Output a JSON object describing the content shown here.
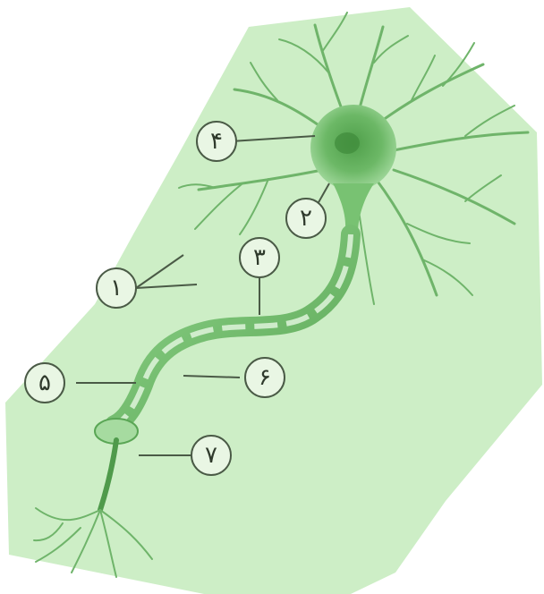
{
  "diagram": {
    "background_color": "#cdeec6",
    "neuron_color": "#6fb46a",
    "labels": [
      {
        "id": "label-1",
        "text": "۱"
      },
      {
        "id": "label-2",
        "text": "۲"
      },
      {
        "id": "label-3",
        "text": "۳"
      },
      {
        "id": "label-4",
        "text": "۴"
      },
      {
        "id": "label-5",
        "text": "۵"
      },
      {
        "id": "label-6",
        "text": "۶"
      },
      {
        "id": "label-7",
        "text": "۷"
      }
    ]
  }
}
